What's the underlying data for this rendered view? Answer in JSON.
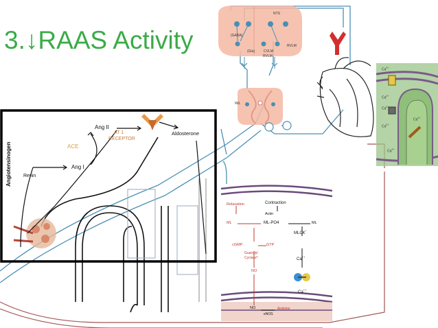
{
  "title": "3.↓RAAS Activity",
  "colors": {
    "title": "#3aab47",
    "nerve": "#4a8fb3",
    "raas_box": "#000000",
    "ace_label": "#d4a23a",
    "at1_label": "#c77a3a",
    "pathway_red": "#c0392b"
  },
  "brainstem": {
    "nts": "NTS",
    "gaba": "(GABA)",
    "glu": "(Glu)",
    "cvlm": "CVLM",
    "rvlm_inner": "RVLM",
    "rvlm": "RVLM"
  },
  "spinal": {
    "iml": "IML"
  },
  "raas": {
    "angiotensinogen": "Angiotensinogen",
    "renin": "Renin",
    "ang_ii": "Ang II",
    "ang_i": "Ang I",
    "ace": "ACE",
    "at1_receptor_line1": "AT 1",
    "at1_receptor_line2": "RECEPTOR",
    "aldosterone": "Aldosterone"
  },
  "smooth_muscle": {
    "relaxation": "Relaxation",
    "contraction": "Contraction",
    "actin": "Actin",
    "ml_left": "ML",
    "ml_po4": "ML-PO4",
    "ml_right": "ML",
    "mlck": "MLCK",
    "mlck_sup": "*",
    "cgmp": "cGMP",
    "gtp": "GTP",
    "guanylyl": "Guanylyl",
    "cyclase": "Cyclase*",
    "no_mid": "NO",
    "ca_mid": "Ca",
    "ca_mid_sup": "++",
    "ca_low": "Ca",
    "ca_low_sup": "++",
    "no_bottom": "NO",
    "arginine": "Arginine",
    "enos": "eNOS"
  },
  "myocyte": {
    "ca_top": "Ca",
    "ca1": "Ca",
    "ca2": "Ca",
    "ca3": "Ca",
    "ca4": "Ca",
    "ca5": "Ca",
    "sup": "2+"
  }
}
